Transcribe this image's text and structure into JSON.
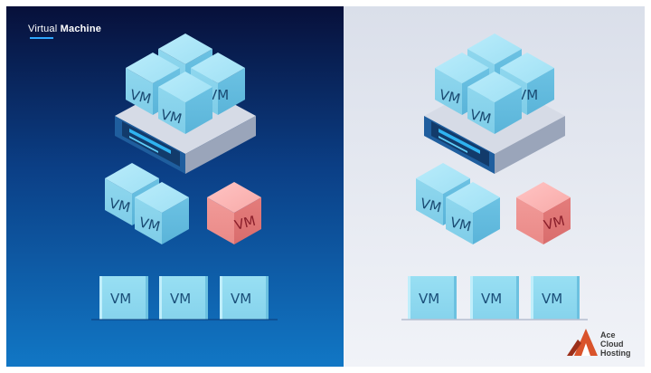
{
  "header": {
    "title_light": "Virtual ",
    "title_bold": "Machine"
  },
  "vm_label": "VM",
  "logo": {
    "text_line1": "Ace",
    "text_line2": "Cloud",
    "text_line3": "Hosting"
  },
  "colors": {
    "left_panel_top": "#07103a",
    "left_panel_bottom": "#1177c5",
    "right_panel": "#e6e9f1",
    "vm_cube_blue": "#8fd7ee",
    "vm_cube_red": "#f08c8c",
    "server_gray": "#c9cfdb"
  }
}
